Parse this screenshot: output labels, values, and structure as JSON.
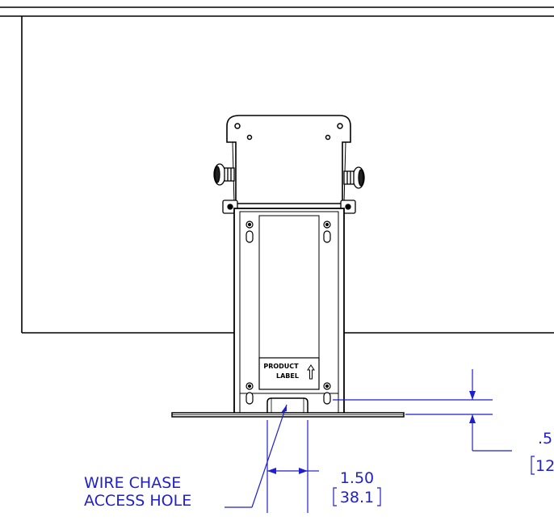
{
  "product_label": {
    "line1": "PRODUCT",
    "line2": "LABEL"
  },
  "callout": {
    "line1": "WIRE CHASE",
    "line2": "ACCESS HOLE"
  },
  "dimensions": {
    "width_in": "1.50",
    "width_mm": "38.1",
    "height_in": ".5",
    "height_mm": "12"
  },
  "colors": {
    "outline": "#000000",
    "dimension": "#1f1fcf"
  }
}
